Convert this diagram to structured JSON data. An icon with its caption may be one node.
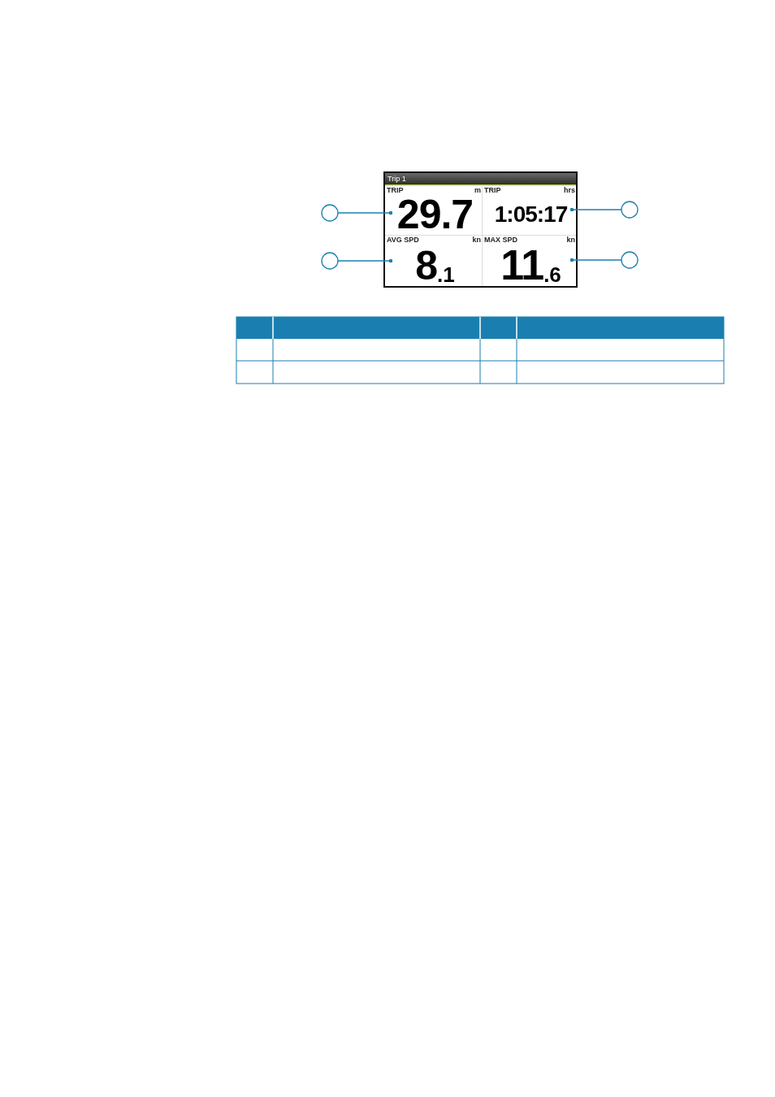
{
  "diagram": {
    "nodes": [
      {
        "text": [
          "Trip 1"
        ]
      },
      {
        "text": [
          "TRIP",
          "m",
          "29.7"
        ],
        "in": 0
      },
      {
        "text": [
          "TRIP",
          "hrs",
          "1:05:17"
        ],
        "in": 0
      },
      {
        "text": [
          "AVG SPD",
          "kn",
          "8",
          ".1"
        ],
        "in": 0
      },
      {
        "text": [
          "MAX SPD",
          "kn",
          "11",
          ".6"
        ],
        "in": 0
      },
      {
        "text": [],
        "shape": "circle"
      },
      {
        "text": [],
        "shape": "circle"
      },
      {
        "text": [],
        "shape": "circle"
      },
      {
        "text": [],
        "shape": "circle"
      }
    ],
    "edges": [
      {
        "from": 5,
        "to": 1,
        "arrow": "other"
      },
      {
        "from": 6,
        "to": 2,
        "arrow": "other"
      },
      {
        "from": 7,
        "to": 3,
        "arrow": "other"
      },
      {
        "from": 8,
        "to": 4,
        "arrow": "other"
      }
    ]
  }
}
